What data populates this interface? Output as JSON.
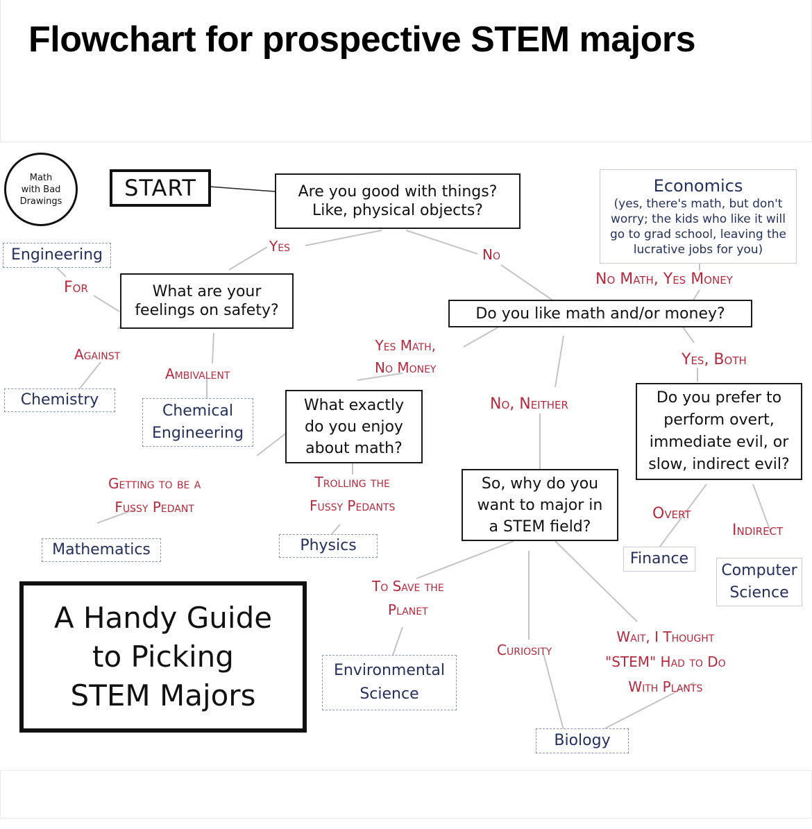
{
  "post": {
    "title": "Flowchart for prospective STEM majors"
  },
  "chart_data": {
    "type": "flowchart",
    "title": "A Handy Guide to Picking STEM Majors",
    "branding": "Math with Bad Drawings",
    "nodes": {
      "start": "START",
      "q_things": "Are you good with things? Like, physical objects?",
      "q_safety": "What are your feelings on safety?",
      "q_math_money": "Do you like math and/or money?",
      "q_enjoy_math": "What exactly do you enjoy about math?",
      "q_evil": "Do you prefer to perform overt, immediate evil, or slow, indirect evil?",
      "q_why_stem": "So, why do you want to major in a STEM field?"
    },
    "outcomes": [
      "Engineering",
      "Chemistry",
      "Chemical Engineering",
      "Economics",
      "Mathematics",
      "Physics",
      "Finance",
      "Computer Science",
      "Environmental Science",
      "Biology"
    ],
    "edges": [
      {
        "from": "start",
        "to": "q_things",
        "label": ""
      },
      {
        "from": "q_things",
        "to": "q_safety",
        "label": "Yes"
      },
      {
        "from": "q_things",
        "to": "q_math_money",
        "label": "No"
      },
      {
        "from": "q_safety",
        "to": "Engineering",
        "label": "For"
      },
      {
        "from": "q_safety",
        "to": "Chemistry",
        "label": "Against"
      },
      {
        "from": "q_safety",
        "to": "Chemical Engineering",
        "label": "Ambivalent"
      },
      {
        "from": "q_math_money",
        "to": "Economics",
        "label": "No Math, Yes Money"
      },
      {
        "from": "q_math_money",
        "to": "q_enjoy_math",
        "label": "Yes Math, No Money"
      },
      {
        "from": "q_math_money",
        "to": "q_why_stem",
        "label": "No, Neither"
      },
      {
        "from": "q_math_money",
        "to": "q_evil",
        "label": "Yes, Both"
      },
      {
        "from": "q_enjoy_math",
        "to": "Mathematics",
        "label": "Getting to be a Fussy Pedant"
      },
      {
        "from": "q_enjoy_math",
        "to": "Physics",
        "label": "Trolling the Fussy Pedants"
      },
      {
        "from": "q_evil",
        "to": "Finance",
        "label": "Overt"
      },
      {
        "from": "q_evil",
        "to": "Computer Science",
        "label": "Indirect"
      },
      {
        "from": "q_why_stem",
        "to": "Environmental Science",
        "label": "To Save the Planet"
      },
      {
        "from": "q_why_stem",
        "to": "Biology",
        "label": "Curiosity"
      },
      {
        "from": "q_why_stem",
        "to": "Biology",
        "label": "Wait, I Thought \"STEM\" Had to Do With Plants"
      }
    ]
  },
  "diagram": {
    "logo": {
      "line1": "Math",
      "line2": "with Bad",
      "line3": "Drawings"
    },
    "start": "START",
    "q_things": {
      "line1": "Are you good with things?",
      "line2": "Like, physical objects?"
    },
    "q_safety": {
      "line1": "What are your",
      "line2": "feelings on safety?"
    },
    "q_math_money": "Do you like math and/or money?",
    "q_enjoy_math": {
      "line1": "What exactly",
      "line2": "do you enjoy",
      "line3": "about math?"
    },
    "q_evil": {
      "line1": "Do you prefer to",
      "line2": "perform overt,",
      "line3": "immediate evil, or",
      "line4": "slow, indirect evil?"
    },
    "q_why_stem": {
      "line1": "So, why do you",
      "line2": "want to major in",
      "line3": "a STEM field?"
    },
    "economics": {
      "title": "Economics",
      "line1": "(yes, there's math, but don't",
      "line2": "worry; the kids who like it will",
      "line3": "go to grad school, leaving the",
      "line4": "lucrative jobs for you)"
    },
    "majors": {
      "engineering": "Engineering",
      "chemistry": "Chemistry",
      "chem_eng_1": "Chemical",
      "chem_eng_2": "Engineering",
      "mathematics": "Mathematics",
      "physics": "Physics",
      "finance": "Finance",
      "cs_1": "Computer",
      "cs_2": "Science",
      "env_1": "Environmental",
      "env_2": "Science",
      "biology": "Biology"
    },
    "labels": {
      "yes": "Yes",
      "no": "No",
      "for": "For",
      "against": "Against",
      "ambivalent": "Ambivalent",
      "no_math_yes_money": "No Math, Yes Money",
      "yes_math_no_money_1": "Yes Math,",
      "yes_math_no_money_2": "No Money",
      "no_neither": "No, Neither",
      "yes_both": "Yes, Both",
      "fussy_1": "Getting to be a",
      "fussy_2": "Fussy Pedant",
      "trolling_1": "Trolling the",
      "trolling_2": "Fussy Pedants",
      "overt": "Overt",
      "indirect": "Indirect",
      "planet_1": "To Save the",
      "planet_2": "Planet",
      "curiosity": "Curiosity",
      "plants_1": "Wait, I Thought",
      "plants_2": "\"STEM\" Had to Do",
      "plants_3": "With Plants"
    },
    "guide_title": {
      "line1": "A Handy Guide",
      "line2": "to Picking",
      "line3": "STEM Majors"
    }
  },
  "colors": {
    "question_border": "#1a1a1a",
    "major_text": "#23305e",
    "edge_label": "#b8283c",
    "connector": "#c0c0c0"
  }
}
